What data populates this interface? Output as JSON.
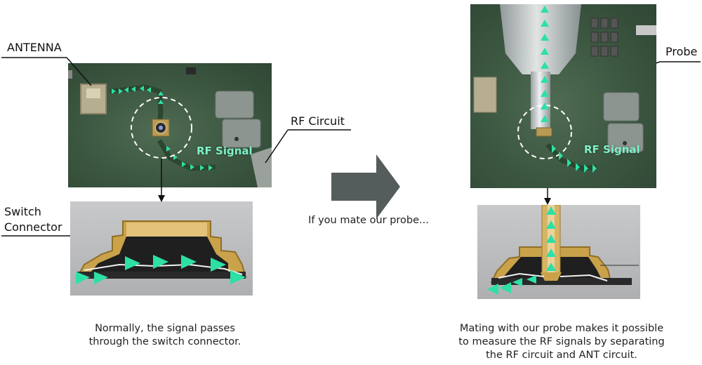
{
  "labels": {
    "antenna": "ANTENNA",
    "rf_circuit": "RF Circuit",
    "switch_connector_line1": "Switch",
    "switch_connector_line2": "Connector",
    "probe": "Probe",
    "rf_signal_left": "RF Signal",
    "rf_signal_right": "RF Signal"
  },
  "arrow_caption": "If you mate our probe...",
  "captions": {
    "left": [
      "Normally, the signal passes",
      "through the switch connector."
    ],
    "right": [
      "Mating with our probe makes it possible",
      "to measure the RF signals by separating",
      "the RF circuit and ANT circuit."
    ]
  },
  "colors": {
    "signal": "#2de0a6",
    "pcb": "#3b5640",
    "gold": "#c9a24a",
    "arrow": "#555c5c"
  }
}
